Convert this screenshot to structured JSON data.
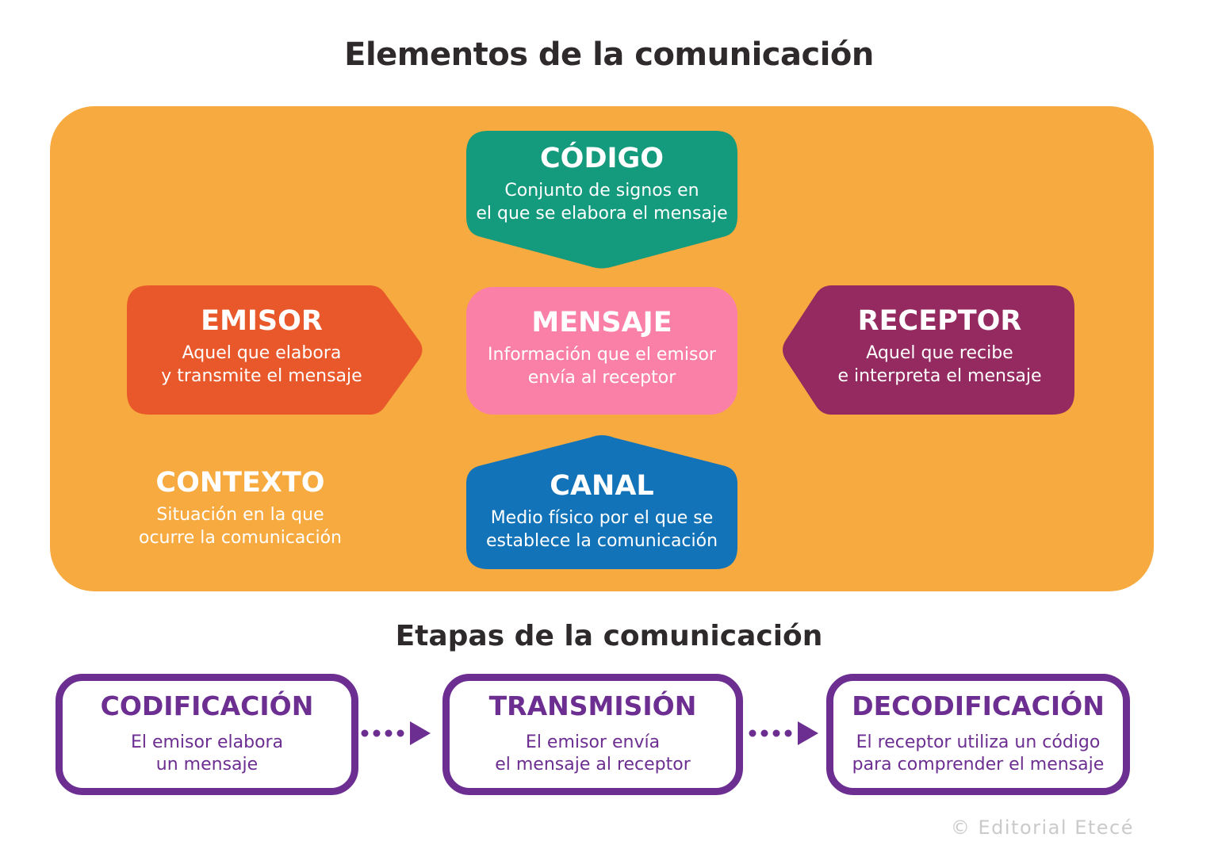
{
  "title": "Elementos de la comunicación",
  "stages_title": "Etapas de la comunicación",
  "credit": "© Editorial Etecé",
  "colors": {
    "panel": "#F7AA3F",
    "codigo": "#149A7C",
    "emisor": "#E9582A",
    "mensaje": "#FA80A8",
    "receptor": "#942A60",
    "canal": "#1273B9",
    "purple": "#6C2E91",
    "title_text": "#2E2A2C",
    "credit_text": "#CACACA",
    "element_text": "#FFFFFF"
  },
  "elements": {
    "codigo": {
      "label": "CÓDIGO",
      "desc": "Conjunto de signos en\nel que se elabora el mensaje"
    },
    "emisor": {
      "label": "EMISOR",
      "desc": "Aquel que elabora\ny transmite el mensaje"
    },
    "mensaje": {
      "label": "MENSAJE",
      "desc": "Información que el emisor\nenvía al receptor"
    },
    "receptor": {
      "label": "RECEPTOR",
      "desc": "Aquel que recibe\ne interpreta el mensaje"
    },
    "contexto": {
      "label": "CONTEXTO",
      "desc": "Situación en la que\nocurre la comunicación"
    },
    "canal": {
      "label": "CANAL",
      "desc": "Medio físico por el que se\nestablece la comunicación"
    }
  },
  "stages": [
    {
      "label": "CODIFICACIÓN",
      "desc": "El emisor elabora\nun mensaje"
    },
    {
      "label": "TRANSMISIÓN",
      "desc": "El emisor envía\nel mensaje al receptor"
    },
    {
      "label": "DECODIFICACIÓN",
      "desc": "El receptor utiliza un código\npara comprender el mensaje"
    }
  ]
}
